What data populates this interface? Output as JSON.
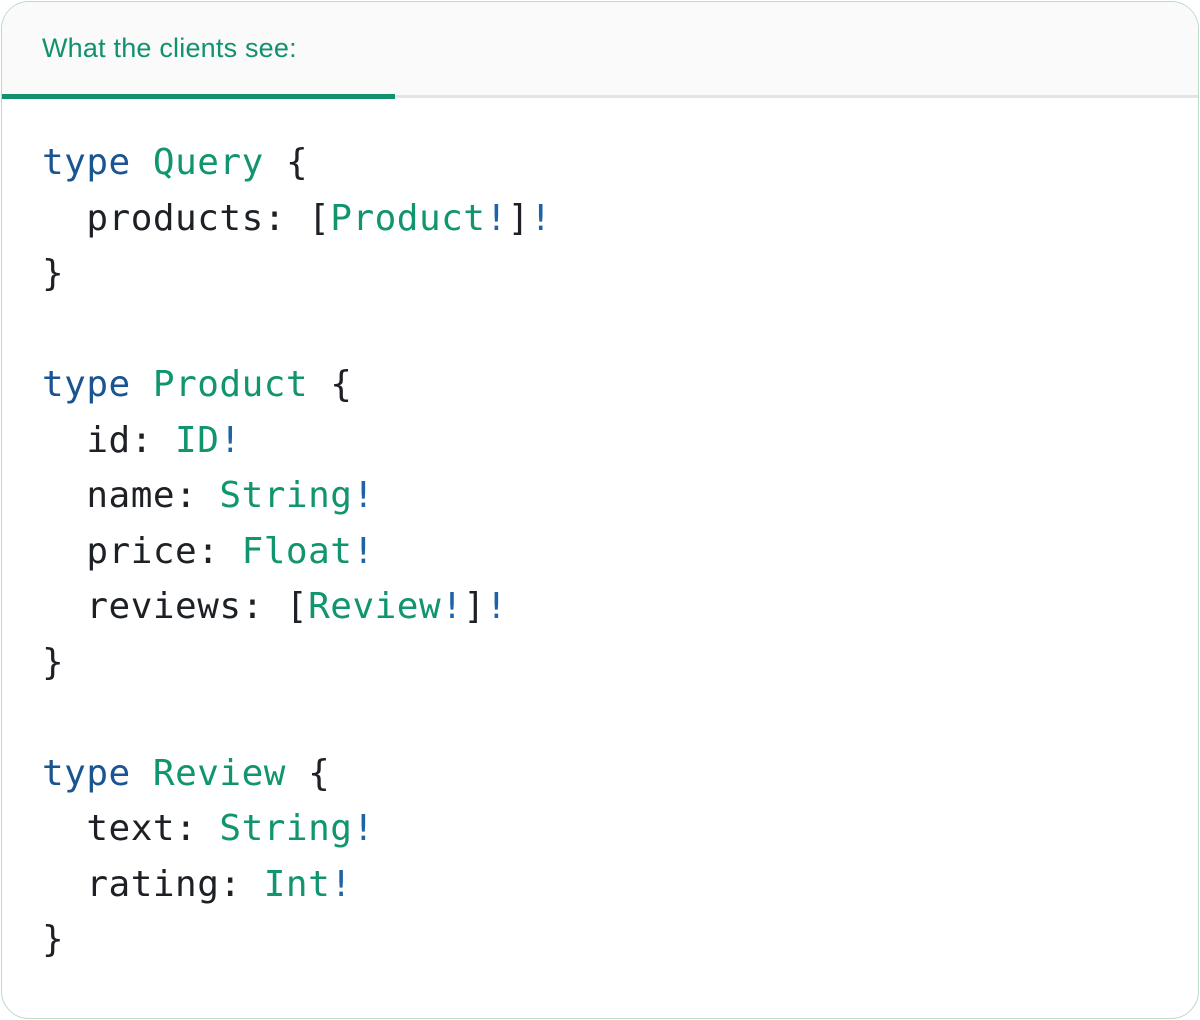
{
  "card": {
    "tab_label": "What the clients see:"
  },
  "colors": {
    "teal": "#10956f",
    "navy": "#1a5592",
    "bang": "#1f63a6",
    "ink": "#1d2126",
    "header_bg": "#fafafa",
    "divider": "#e4e4e4",
    "underline": "#12916e",
    "border": "#b9dbc8",
    "card_bg": "#ffffff"
  },
  "code": {
    "lines": [
      [
        {
          "text": "type",
          "cls": "keyword"
        },
        {
          "text": " ",
          "cls": "plain"
        },
        {
          "text": "Query",
          "cls": "type"
        },
        {
          "text": " {",
          "cls": "plain"
        }
      ],
      [
        {
          "text": "  products: [",
          "cls": "plain"
        },
        {
          "text": "Product",
          "cls": "type"
        },
        {
          "text": "!",
          "cls": "bang"
        },
        {
          "text": "]",
          "cls": "plain"
        },
        {
          "text": "!",
          "cls": "bang"
        }
      ],
      [
        {
          "text": "}",
          "cls": "plain"
        }
      ],
      [],
      [
        {
          "text": "type",
          "cls": "keyword"
        },
        {
          "text": " ",
          "cls": "plain"
        },
        {
          "text": "Product",
          "cls": "type"
        },
        {
          "text": " {",
          "cls": "plain"
        }
      ],
      [
        {
          "text": "  id: ",
          "cls": "plain"
        },
        {
          "text": "ID",
          "cls": "type"
        },
        {
          "text": "!",
          "cls": "bang"
        }
      ],
      [
        {
          "text": "  name: ",
          "cls": "plain"
        },
        {
          "text": "String",
          "cls": "type"
        },
        {
          "text": "!",
          "cls": "bang"
        }
      ],
      [
        {
          "text": "  price: ",
          "cls": "plain"
        },
        {
          "text": "Float",
          "cls": "type"
        },
        {
          "text": "!",
          "cls": "bang"
        }
      ],
      [
        {
          "text": "  reviews: [",
          "cls": "plain"
        },
        {
          "text": "Review",
          "cls": "type"
        },
        {
          "text": "!",
          "cls": "bang"
        },
        {
          "text": "]",
          "cls": "plain"
        },
        {
          "text": "!",
          "cls": "bang"
        }
      ],
      [
        {
          "text": "}",
          "cls": "plain"
        }
      ],
      [],
      [
        {
          "text": "type",
          "cls": "keyword"
        },
        {
          "text": " ",
          "cls": "plain"
        },
        {
          "text": "Review",
          "cls": "type"
        },
        {
          "text": " {",
          "cls": "plain"
        }
      ],
      [
        {
          "text": "  text: ",
          "cls": "plain"
        },
        {
          "text": "String",
          "cls": "type"
        },
        {
          "text": "!",
          "cls": "bang"
        }
      ],
      [
        {
          "text": "  rating: ",
          "cls": "plain"
        },
        {
          "text": "Int",
          "cls": "type"
        },
        {
          "text": "!",
          "cls": "bang"
        }
      ],
      [
        {
          "text": "}",
          "cls": "plain"
        }
      ]
    ]
  }
}
